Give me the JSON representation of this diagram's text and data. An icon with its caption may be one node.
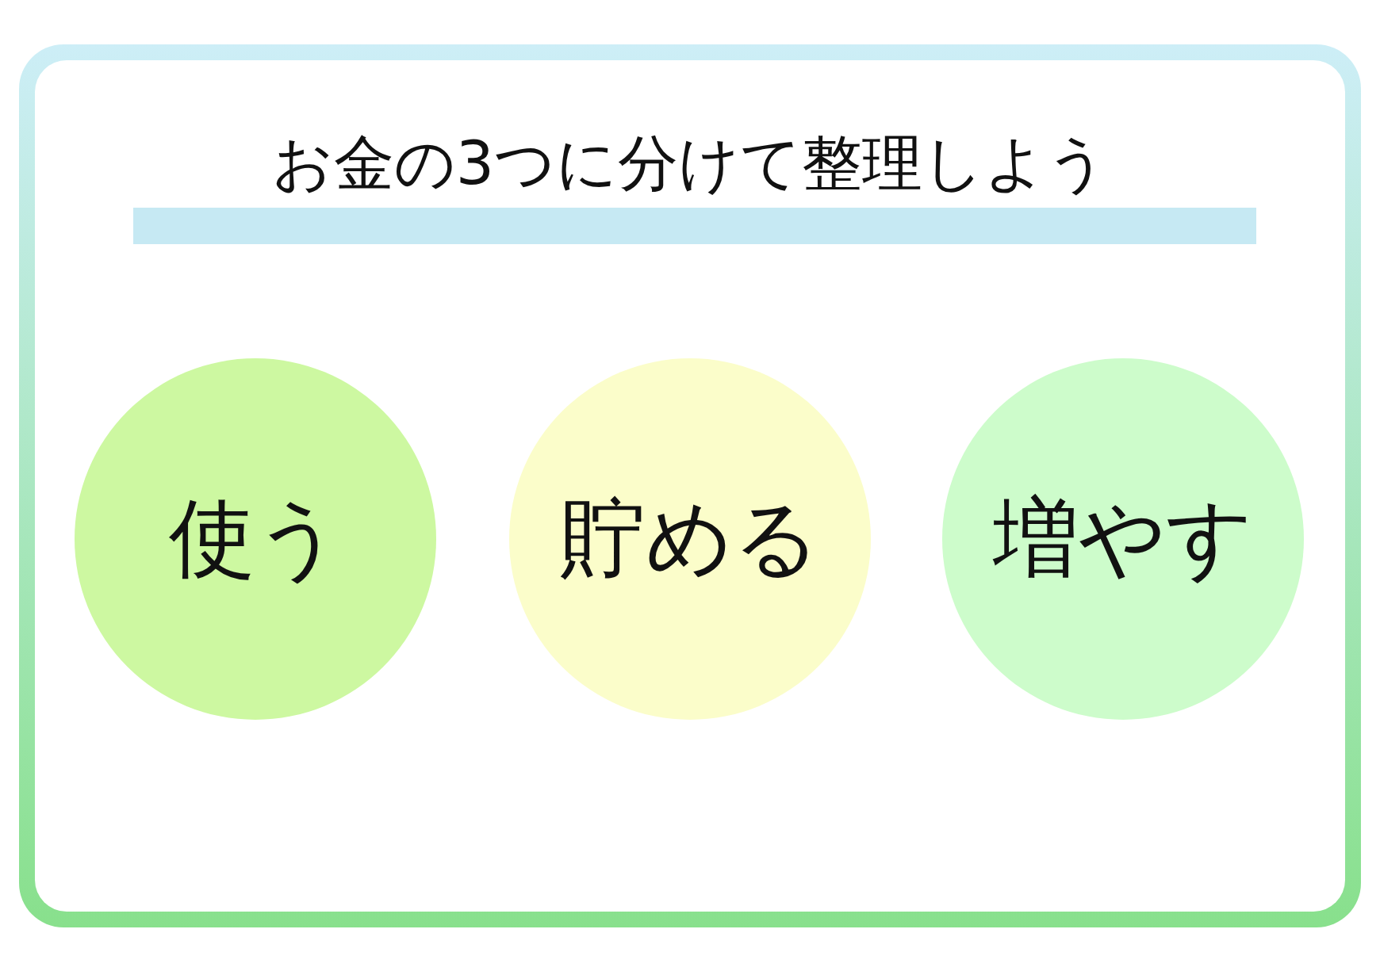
{
  "diagram": {
    "title": "お金の3つに分けて整理しよう",
    "nodes": [
      {
        "text": [],
        "shape": "bar"
      },
      {
        "text": [
          "使う"
        ]
      },
      {
        "text": [
          "貯める"
        ]
      },
      {
        "text": [
          "増やす"
        ]
      }
    ]
  }
}
